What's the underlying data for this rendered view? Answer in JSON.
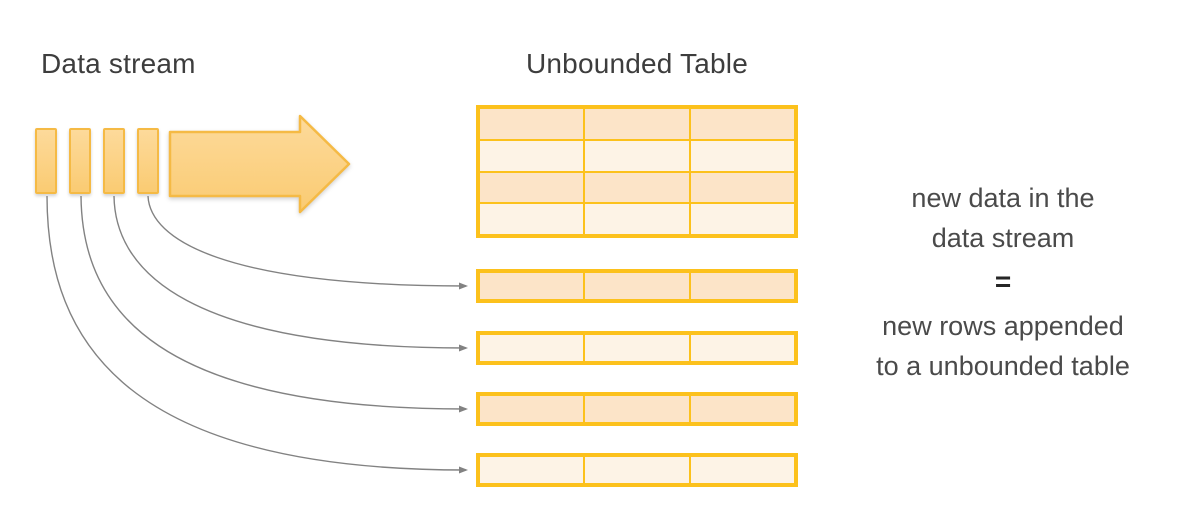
{
  "titles": {
    "data_stream": "Data stream",
    "unbounded_table": "Unbounded Table"
  },
  "annotation": {
    "line1": "new data in the",
    "line2": "data stream",
    "equals": "=",
    "line3": "new rows appended",
    "line4": "to a unbounded table"
  },
  "diagram": {
    "stream_block_count": 4,
    "table": {
      "columns": 3,
      "rows": 4
    },
    "appended_row_count": 4
  },
  "colors": {
    "title_text": "#3d3d3d",
    "annotation_text": "#4a4a4a",
    "equals_text": "#262626",
    "table_border": "#fcc11c",
    "cell_fill_dark": "#fce4c8",
    "cell_fill_light": "#fdf3e6",
    "shape_fill_top": "#fdda9b",
    "shape_fill_bottom": "#facb72",
    "shape_border": "#f5ba45",
    "connector": "#828282",
    "background": "#ffffff"
  }
}
